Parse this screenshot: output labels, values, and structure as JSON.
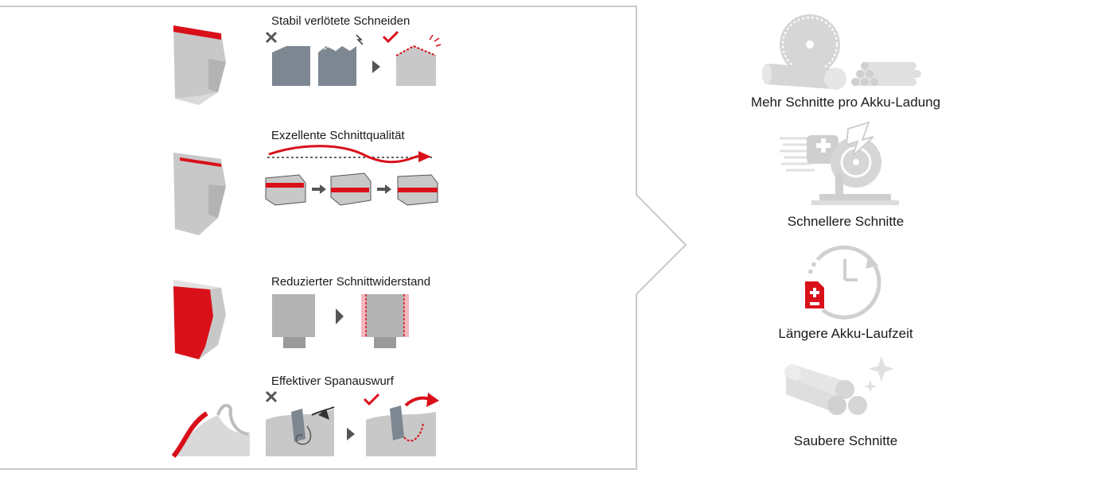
{
  "colors": {
    "accent_red": "#d9101a",
    "dark_gray": "#7d8791",
    "light_gray": "#c8c8c8",
    "icon_gray": "#d6d6d6",
    "frame": "#c9c9c9"
  },
  "features": [
    {
      "label": "Stabil verlötete Schneiden",
      "tooth_icon": "tooth-top-red-icon"
    },
    {
      "label": "Exzellente Schnittqualität",
      "tooth_icon": "tooth-stripe-red-icon"
    },
    {
      "label": "Reduzierter Schnittwiderstand",
      "tooth_icon": "tooth-side-red-icon"
    },
    {
      "label": "Effektiver Spanauswurf",
      "tooth_icon": "chip-curve-icon"
    }
  ],
  "benefits": [
    {
      "label": "Mehr Schnitte pro Akku-Ladung",
      "icon": "saw-blade-logs-icon"
    },
    {
      "label": "Schnellere Schnitte",
      "icon": "miter-saw-icon"
    },
    {
      "label": "Längere Akku-Laufzeit",
      "icon": "battery-clock-icon"
    },
    {
      "label": "Saubere Schnitte",
      "icon": "clean-logs-sparkle-icon"
    }
  ]
}
